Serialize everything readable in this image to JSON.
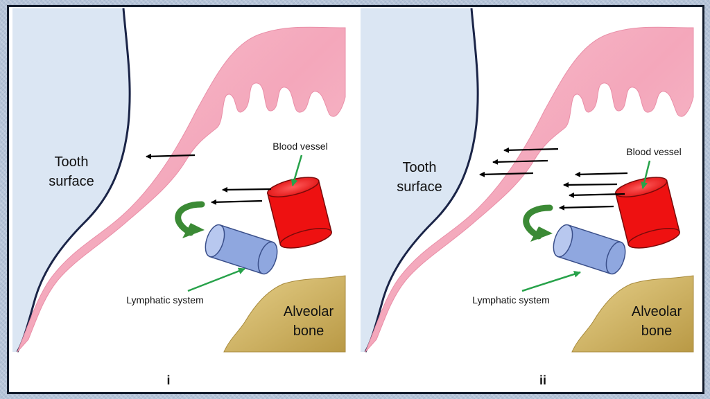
{
  "panels": [
    {
      "tooth_label": [
        "Tooth",
        "surface"
      ],
      "blood_vessel_label": "Blood vessel",
      "lymphatic_label": "Lymphatic system",
      "bone_label": [
        "Alveolar",
        "bone"
      ],
      "panel_label": "i"
    },
    {
      "tooth_label": [
        "Tooth",
        "surface"
      ],
      "blood_vessel_label": "Blood vessel",
      "lymphatic_label": "Lymphatic system",
      "bone_label": [
        "Alveolar",
        "bone"
      ],
      "panel_label": "ii"
    }
  ],
  "colors": {
    "tooth": "#dbe6f3",
    "tooth_outline": "#1a2447",
    "gingiva": "#f6b8c8",
    "blood_vessel": "#ee1111",
    "lymphatic": "#8fa7df",
    "alveolar_bone": "#d8bf73",
    "pointer_arrow": "#27a24a",
    "curved_arrow": "#3b8a35"
  }
}
